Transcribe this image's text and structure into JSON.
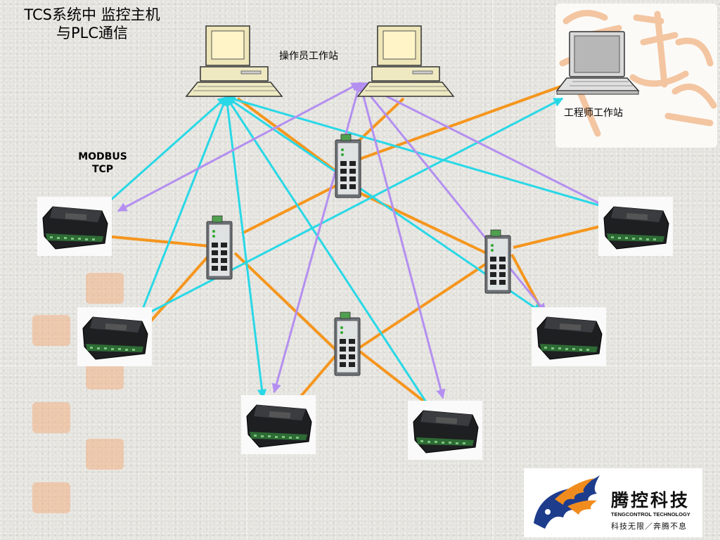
{
  "title": {
    "line1": "TCS系统中 监控主机",
    "line2": "与PLC通信"
  },
  "labels": {
    "operator_station": "操作员工作站",
    "engineer_station": "工程师工作站",
    "protocol_line1": "MODBUS",
    "protocol_line2": "TCP"
  },
  "logo": {
    "name_cn": "腾控科技",
    "name_en": "TENGCONTROL TECHNOLOGY",
    "slogan": "科技无限／奔腾不息"
  },
  "colors": {
    "cyan_link": "#29d8e6",
    "purple_link": "#b48ff0",
    "orange_link": "#f5961e",
    "logo_blue": "#1e3c8c",
    "logo_orange": "#f08c1e"
  },
  "nodes": [
    {
      "id": "pc1",
      "type": "desktop-computer"
    },
    {
      "id": "pc2",
      "type": "desktop-computer"
    },
    {
      "id": "eng",
      "type": "laptop"
    },
    {
      "id": "sw1",
      "type": "ethernet-switch"
    },
    {
      "id": "sw2",
      "type": "ethernet-switch"
    },
    {
      "id": "sw3",
      "type": "ethernet-switch"
    },
    {
      "id": "sw4",
      "type": "ethernet-switch"
    },
    {
      "id": "plc1",
      "type": "plc"
    },
    {
      "id": "plc2",
      "type": "plc"
    },
    {
      "id": "plc3",
      "type": "plc"
    },
    {
      "id": "plc4",
      "type": "plc"
    },
    {
      "id": "plc5",
      "type": "plc"
    },
    {
      "id": "plc6",
      "type": "plc"
    }
  ],
  "links": [
    {
      "from": "pc1",
      "to": "plc1",
      "color": "cyan"
    },
    {
      "from": "pc1",
      "to": "plc2",
      "color": "cyan"
    },
    {
      "from": "pc1",
      "to": "plc3",
      "color": "cyan"
    },
    {
      "from": "pc1",
      "to": "plc4",
      "color": "cyan"
    },
    {
      "from": "pc1",
      "to": "plc5",
      "color": "cyan"
    },
    {
      "from": "pc1",
      "to": "plc6",
      "color": "cyan"
    },
    {
      "from": "eng",
      "to": "plc2",
      "color": "cyan"
    },
    {
      "from": "pc2",
      "to": "plc1",
      "color": "purple"
    },
    {
      "from": "pc2",
      "to": "plc3",
      "color": "purple"
    },
    {
      "from": "pc2",
      "to": "plc4",
      "color": "purple"
    },
    {
      "from": "pc2",
      "to": "plc5",
      "color": "purple"
    },
    {
      "from": "pc2",
      "to": "plc6",
      "color": "purple"
    },
    {
      "from": "pc1",
      "to": "sw1",
      "color": "orange"
    },
    {
      "from": "pc2",
      "to": "sw1",
      "color": "orange"
    },
    {
      "from": "eng",
      "to": "sw1",
      "color": "orange"
    },
    {
      "from": "sw1",
      "to": "sw2",
      "color": "orange"
    },
    {
      "from": "sw1",
      "to": "sw3",
      "color": "orange"
    },
    {
      "from": "sw2",
      "to": "sw4",
      "color": "orange"
    },
    {
      "from": "sw3",
      "to": "sw4",
      "color": "orange"
    },
    {
      "from": "sw2",
      "to": "plc1",
      "color": "orange"
    },
    {
      "from": "sw2",
      "to": "plc2",
      "color": "orange"
    },
    {
      "from": "sw3",
      "to": "plc3",
      "color": "orange"
    },
    {
      "from": "sw3",
      "to": "plc4",
      "color": "orange"
    },
    {
      "from": "sw4",
      "to": "plc5",
      "color": "orange"
    },
    {
      "from": "sw4",
      "to": "plc6",
      "color": "orange"
    }
  ]
}
